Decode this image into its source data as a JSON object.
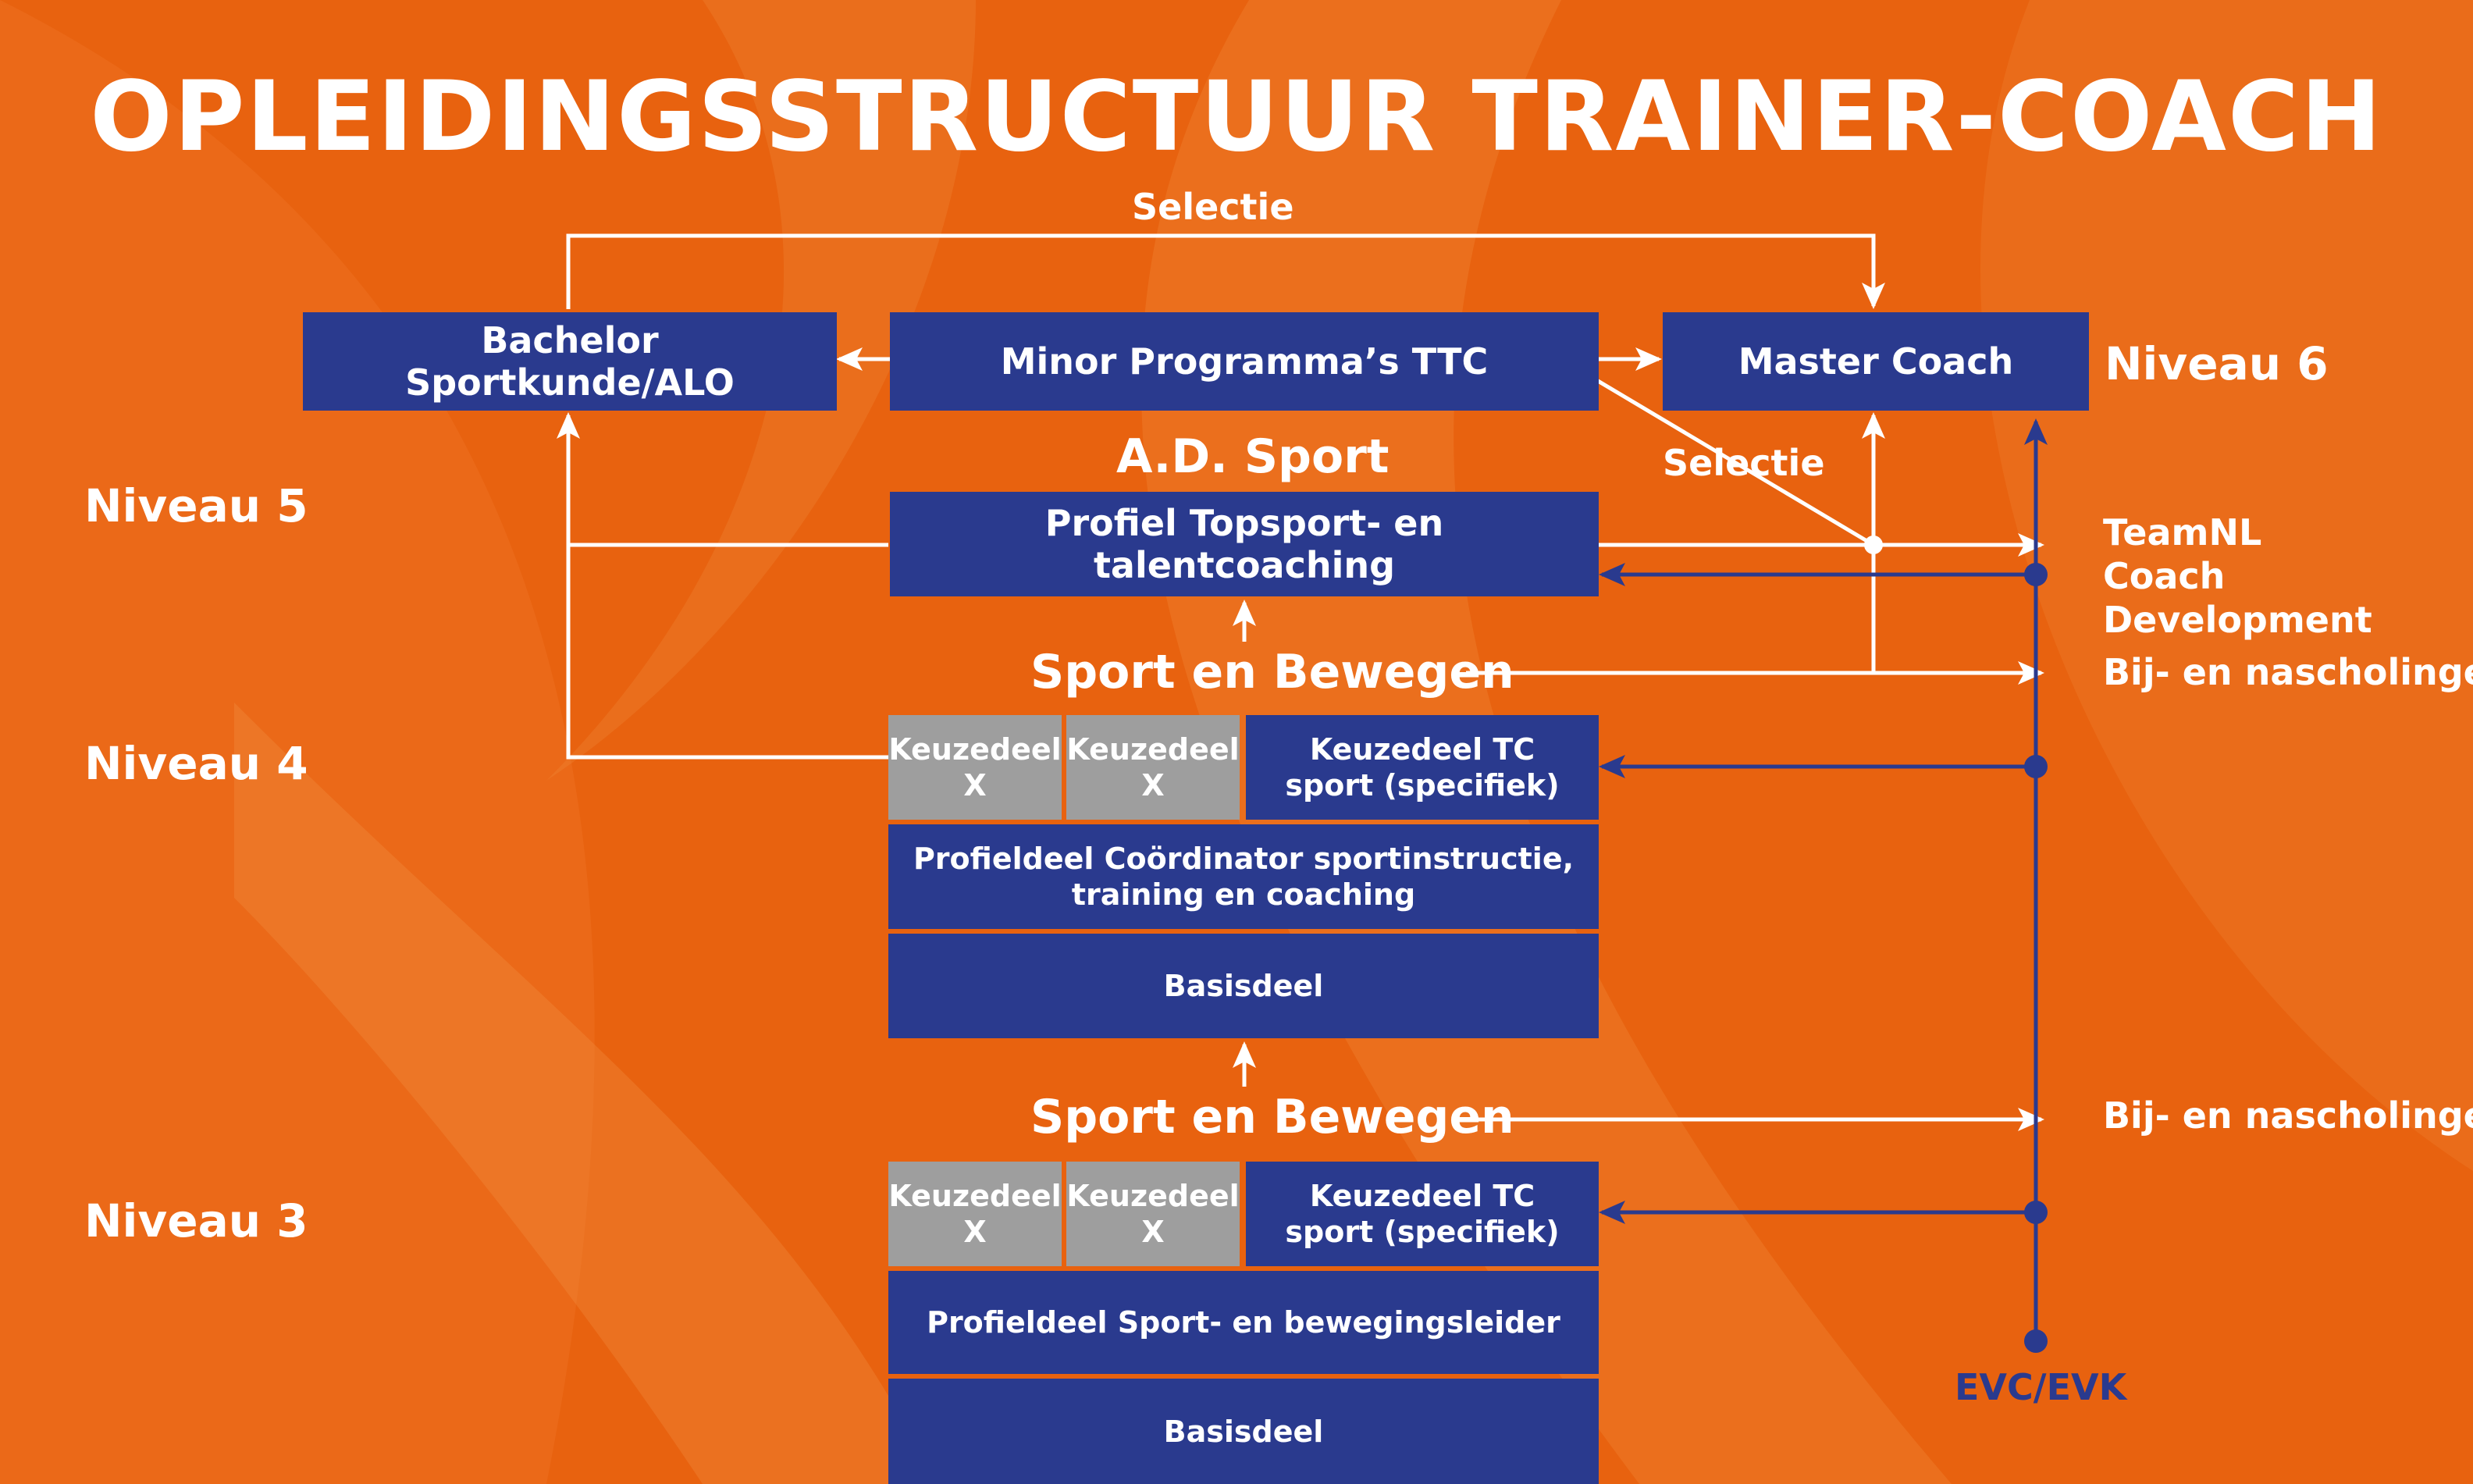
{
  "title": "OPLEIDINGSSTRUCTUUR TRAINER-COACH",
  "levels": {
    "n6": "Niveau 6",
    "n5": "Niveau 5",
    "n4": "Niveau 4",
    "n3": "Niveau 3"
  },
  "selection_labels": {
    "top": "Selectie",
    "middle": "Selectie"
  },
  "headings": {
    "ad_sport": "A.D. Sport",
    "sport_bewegen_1": "Sport en Bewegen",
    "sport_bewegen_2": "Sport en Bewegen"
  },
  "boxes": {
    "bachelor": "Bachelor Sportkunde/ALO",
    "minor": "Minor Programma’s TTC",
    "master": "Master Coach",
    "profiel_topsport": "Profiel Topsport- en talentcoaching",
    "n4_keuze_x1": "Keuzedeel X",
    "n4_keuze_x2": "Keuzedeel X",
    "n4_keuze_tc": "Keuzedeel TC sport (specifiek)",
    "n4_profieldeel": "Profieldeel Coördinator sportinstructie, training en coaching",
    "n4_basisdeel": "Basisdeel",
    "n3_keuze_x1": "Keuzedeel X",
    "n3_keuze_x2": "Keuzedeel X",
    "n3_keuze_tc": "Keuzedeel TC sport (specifiek)",
    "n3_profieldeel": "Profieldeel Sport- en bewegingsleider",
    "n3_basisdeel": "Basisdeel"
  },
  "side_labels": {
    "teamnl": "TeamNL Coach Development",
    "bij_nascholing_1": "Bij- en nascholingen",
    "bij_nascholing_2": "Bij- en nascholingen",
    "evc": "EVC/EVK"
  },
  "colors": {
    "background": "#e8620f",
    "box_blue": "#2a3a8e",
    "box_gray": "#9e9e9e",
    "line_white": "#ffffff",
    "line_blue": "#2a3a8e"
  }
}
